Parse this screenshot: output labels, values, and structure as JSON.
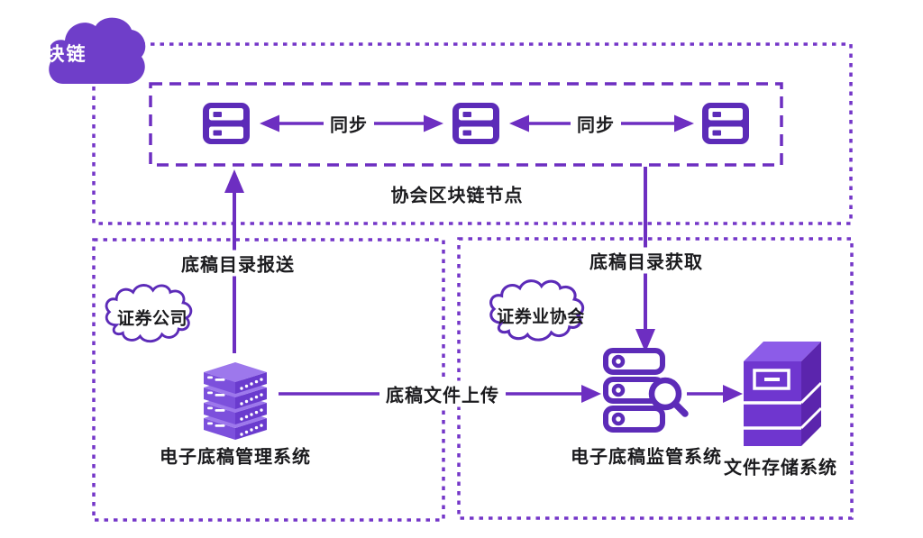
{
  "labels": {
    "blockchain": "区块链",
    "node_box": "协会区块链节点",
    "sync_left": "同步",
    "sync_right": "同步",
    "submit": "底稿目录报送",
    "fetch": "底稿目录获取",
    "upload": "底稿文件上传",
    "cloud_left": "证券公司",
    "cloud_right": "证券业协会",
    "system_left": "电子底稿管理系统",
    "system_right": "电子底稿监管系统",
    "storage": "文件存储系统"
  },
  "icons": [
    "blockchain-cloud-icon",
    "blockchain-node-icon",
    "securities-company-cloud-icon",
    "securities-association-cloud-icon",
    "server-stack-icon",
    "monitor-server-magnifier-icon",
    "file-storage-cabinet-icon"
  ],
  "colors": {
    "arrow_purple": "#6D2EC1",
    "border_purple": "#7436C8",
    "icon_stroke_purple": "#5C2BB8",
    "cloud_fill_purple": "#6F3EC9",
    "text_dark": "#1b1b1e",
    "background": "#ffffff"
  }
}
